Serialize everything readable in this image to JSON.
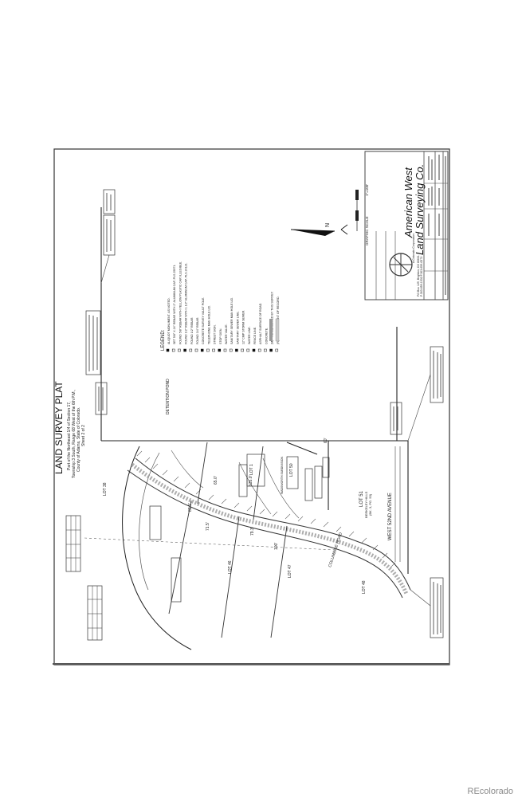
{
  "plat": {
    "title": "LAND SURVEY PLAT",
    "location": [
      "Part of the Northeast 1/4 of Section 17,",
      "Township 3 South, Range 68 West of the 6th P.M.,",
      "County of Adams, State of Colorado."
    ],
    "sheet": "Sheet 2 of 2"
  },
  "company": {
    "line1": "American West",
    "line2": "Land Surveying Co.",
    "sub": "A Colorado Corporation",
    "address": "PO Box 129, Brighton, CO 80601",
    "phone": "P.303-659-1532  F.303-659-0573"
  },
  "legend": {
    "title": "LEGEND:",
    "items": [
      "ALIQUOT MONUMENT, AS NOTED.",
      "SET 5/8\" X 24\" REBAR WITH 2\" ALUMINUM CAP, PLS 25971.",
      "FOUND 5/8\" REBAR WITH YELLOW PLASTIC CAP, ILLEGIBLE.",
      "FOUND 1/2\" REBAR WITH 1 1/2\" ALUMINUM CAP, PLS 24121.",
      "FOUND 1/2\" REBAR.",
      "FOUND 3/4\" REBAR.",
      "CONCRETE SURVEY VAULT POLE.",
      "TELEPHONE MAN HOLE LID.",
      "STREET SIGN.",
      "STOP SIGN.",
      "WATER VALVE.",
      "SANITARY SEWER MAN HOLE LID.",
      "SANITARY SEWER LINE.",
      "12\" CMP STORM SEWER.",
      "WATER LINE.",
      "FENCE LINE.",
      "ASPHALT SURFACE OF ROAD.",
      "CONCRETE.",
      "(M) = AS MEASURED BY THIS SURVEY.",
      "(R) = MEASUREMENT OF RECORD."
    ]
  },
  "scale": {
    "label": "GRAPHIC SCALE",
    "ratio": "1\"=100'"
  },
  "labels": {
    "detention_pond": "DETENTION POND",
    "lot_38": "LOT 38",
    "lot_46": "LOT 46",
    "lot_47": "LOT 47",
    "lot_48": "LOT 48",
    "lot_51": "LOT 51",
    "lot_1": "LOT 1",
    "lot_50": "LOT 50",
    "berkeley_hills": "BERKELEY HILLS",
    "berkeley_hills_ref": "(BK. 3, PG. 50)",
    "wadsworth": "WADSWORTH SUBDIVISION",
    "west_52nd": "WEST 52ND AVENUE",
    "columbine_road": "COLUMBINE ROAD",
    "dim_83": "83.1'",
    "dim_71": "71.5'",
    "dim_79": "79.3'",
    "dim_100": "100'",
    "dim_135": "135.0'",
    "dim_65": "65.0'",
    "dim_60": "60'"
  },
  "watermark": "REcolorado"
}
